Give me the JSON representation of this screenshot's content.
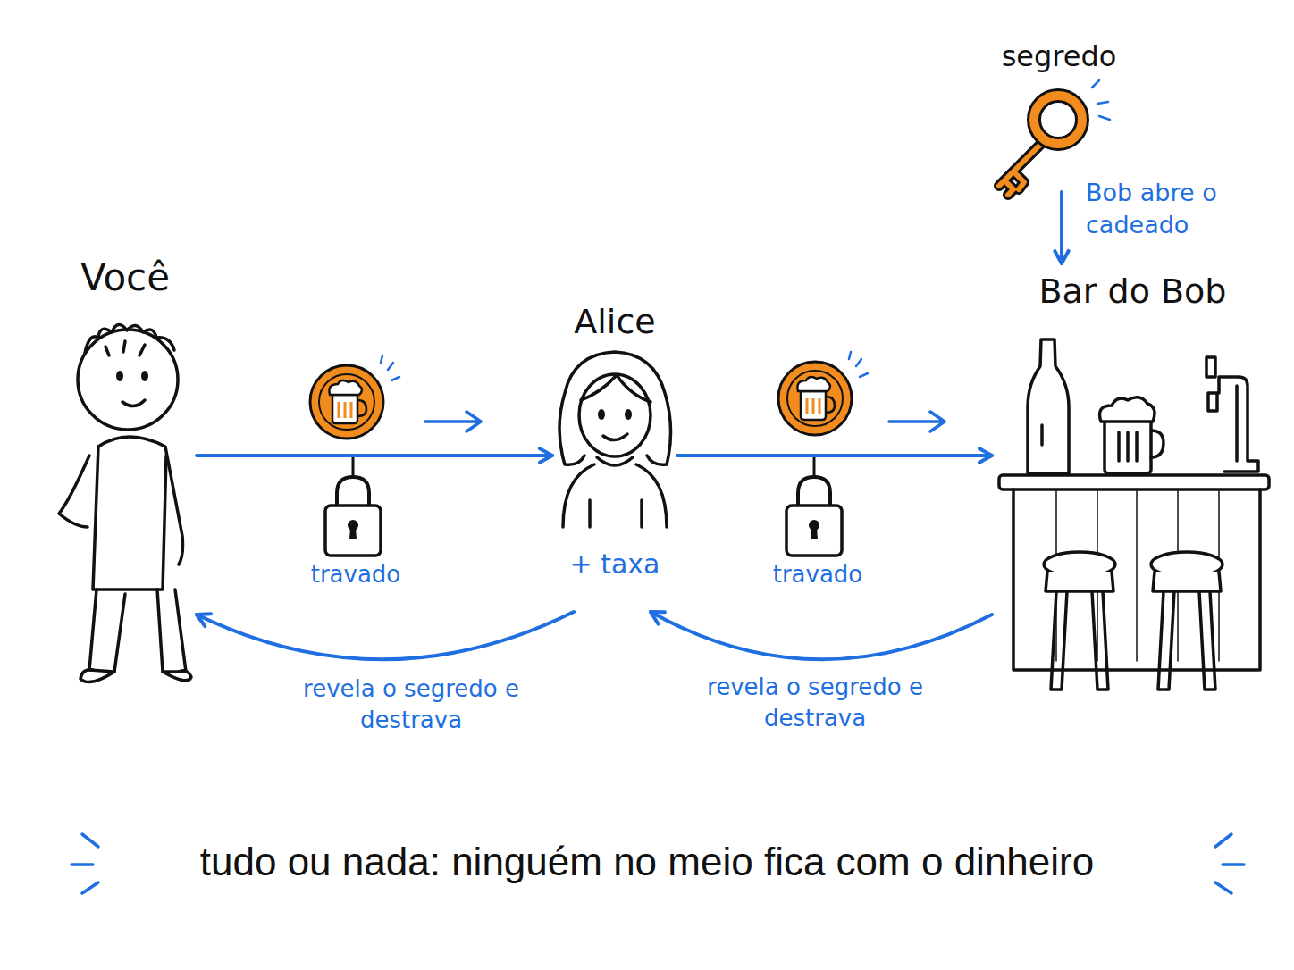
{
  "diagram": {
    "caption": "tudo ou nada: ninguém no meio fica com o dinheiro",
    "nodes": [
      {
        "text": [
          "Você"
        ]
      },
      {
        "text": [
          "Alice",
          "+ taxa"
        ]
      },
      {
        "text": [
          "segredo"
        ]
      },
      {
        "text": [
          "Bar do Bob"
        ]
      }
    ],
    "edges": [
      {
        "from": 0,
        "to": 1,
        "arrow": "to",
        "label": "travado"
      },
      {
        "from": 1,
        "to": 3,
        "arrow": "to",
        "label": "travado"
      },
      {
        "from": 1,
        "to": 0,
        "arrow": "to",
        "label": "revela o segredo e destrava"
      },
      {
        "from": 3,
        "to": 1,
        "arrow": "to",
        "label": "revela o segredo e destrava"
      },
      {
        "from": 2,
        "to": 3,
        "arrow": "to",
        "label": "Bob abre o cadeado"
      }
    ]
  }
}
